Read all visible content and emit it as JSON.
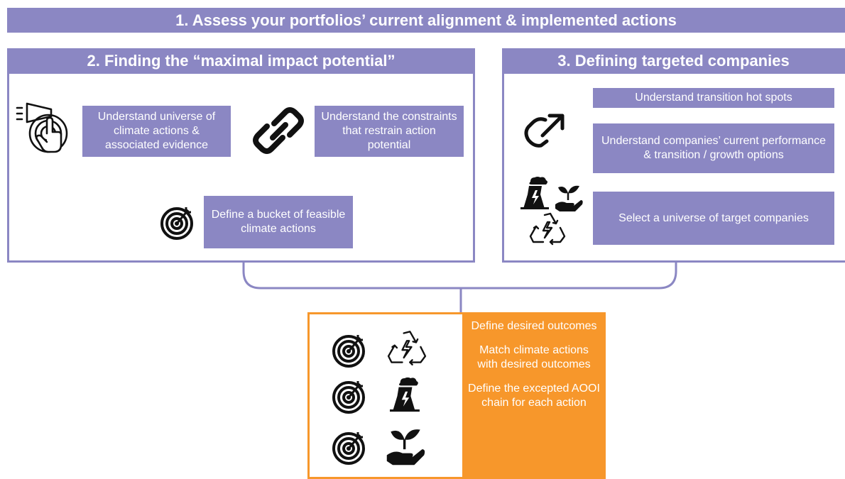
{
  "step1": {
    "title": "1. Assess your portfolios’ current alignment & implemented actions"
  },
  "step2": {
    "title": "2. Finding the “maximal impact potential”",
    "box_universe": "Understand universe of climate actions & associated evidence",
    "box_constraints": "Understand the constraints that restrain action potential",
    "box_bucket": "Define a bucket of feasible climate actions"
  },
  "step3": {
    "title": "3. Defining targeted companies",
    "box_hotspots": "Understand transition hot spots",
    "box_performance": "Understand companies’ current performance & transition / growth options",
    "box_select": "Select a universe of target companies"
  },
  "outcome": {
    "items": [
      "Define desired outcomes",
      "Match climate actions with desired outcomes",
      "Define the excepted AOOI chain for each action"
    ]
  },
  "colors": {
    "purple": "#8b87c3",
    "orange": "#f7972b",
    "icon": "#111111"
  },
  "icons": [
    "hand-touch-icon",
    "chain-link-icon",
    "target-icon",
    "external-link-icon",
    "power-plant-icon",
    "plant-hand-icon",
    "recycle-energy-icon"
  ]
}
